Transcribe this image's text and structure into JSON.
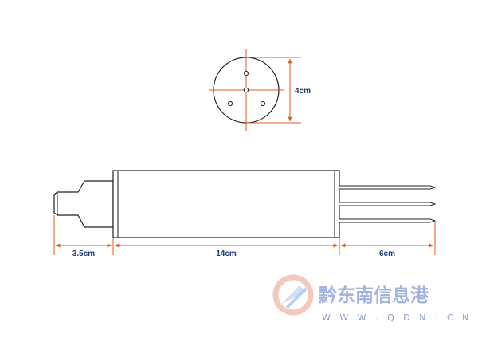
{
  "diagram": {
    "end_view": {
      "diameter_label": "4cm"
    },
    "side_view": {
      "dimensions": {
        "connector_length": "3.5cm",
        "body_length": "14cm",
        "probe_length": "6cm"
      }
    },
    "colors": {
      "line": "#222222",
      "dimension": "#e35a1c",
      "dimension_text": "#1f3a78"
    }
  },
  "watermark": {
    "name": "黔东南信息港",
    "url": "W W W . Q D N . C N"
  }
}
